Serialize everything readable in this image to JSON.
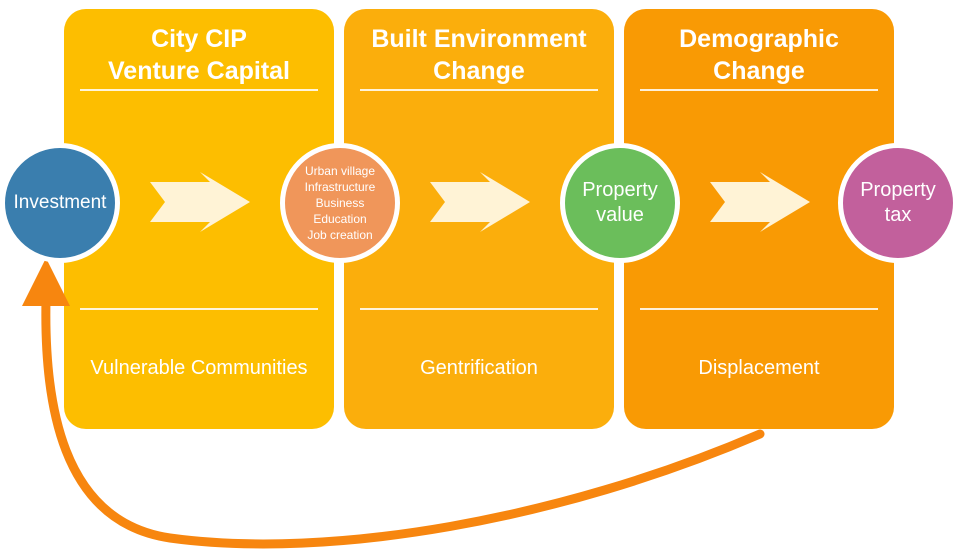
{
  "colors": {
    "panel_1": "#FDBE00",
    "panel_2": "#FBAE0C",
    "panel_3": "#F99A04",
    "investment": "#3A7EAE",
    "city_node": "#F0965A",
    "property_value": "#6BBE5B",
    "property_tax": "#C2609C",
    "chevron": "#FFF3D6",
    "return_arrow": "#F7860F"
  },
  "panels": [
    {
      "title_lines": [
        "City CIP",
        "Venture Capital"
      ],
      "footer": "Vulnerable Communities"
    },
    {
      "title_lines": [
        "Built Environment",
        "Change"
      ],
      "footer": "Gentrification"
    },
    {
      "title_lines": [
        "Demographic",
        "Change"
      ],
      "footer": "Displacement"
    }
  ],
  "nodes": {
    "investment": {
      "label": "Investment"
    },
    "city_outcomes": {
      "items": [
        "Urban village",
        "Infrastructure",
        "Business",
        "Education",
        "Job creation"
      ]
    },
    "property_value": {
      "lines": [
        "Property",
        "value"
      ]
    },
    "property_tax": {
      "lines": [
        "Property",
        "tax"
      ]
    }
  },
  "icons": {
    "chevron": "right-arrow-icon",
    "return": "curved-return-arrow-icon"
  }
}
